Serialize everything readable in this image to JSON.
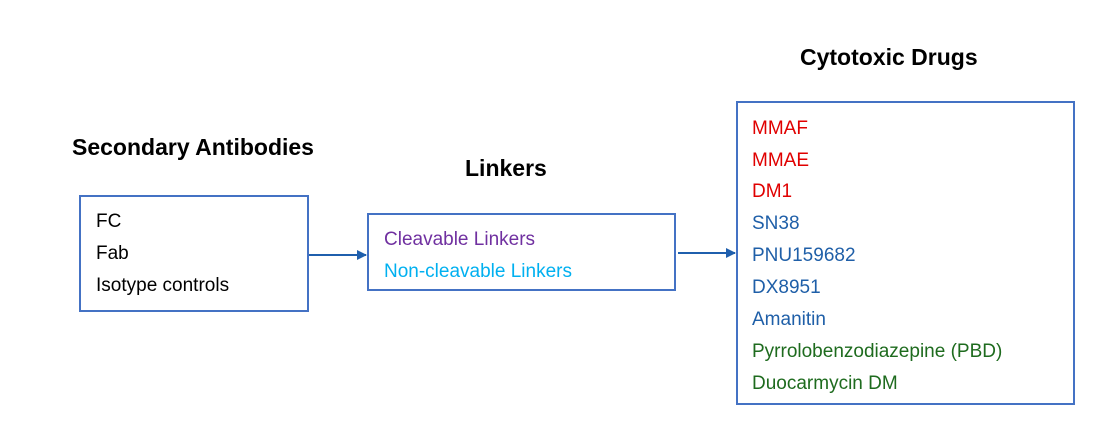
{
  "colors": {
    "box_border": "#4472c4",
    "arrow": "#1f5fad",
    "purple": "#7030a0",
    "cyan": "#00b0f0",
    "red": "#e00000",
    "blue": "#1f5fa8",
    "green": "#1e6b1e"
  },
  "antibodies": {
    "title": "Secondary Antibodies",
    "items": [
      "FC",
      "Fab",
      "Isotype controls"
    ]
  },
  "linkers": {
    "title": "Linkers",
    "items": [
      "Cleavable Linkers",
      "Non-cleavable Linkers"
    ]
  },
  "drugs": {
    "title": "Cytotoxic Drugs",
    "items": [
      "MMAF",
      "MMAE",
      "DM1",
      "SN38",
      "PNU159682",
      "DX8951",
      "Amanitin",
      "Pyrrolobenzodiazepine (PBD)",
      "Duocarmycin DM"
    ]
  }
}
